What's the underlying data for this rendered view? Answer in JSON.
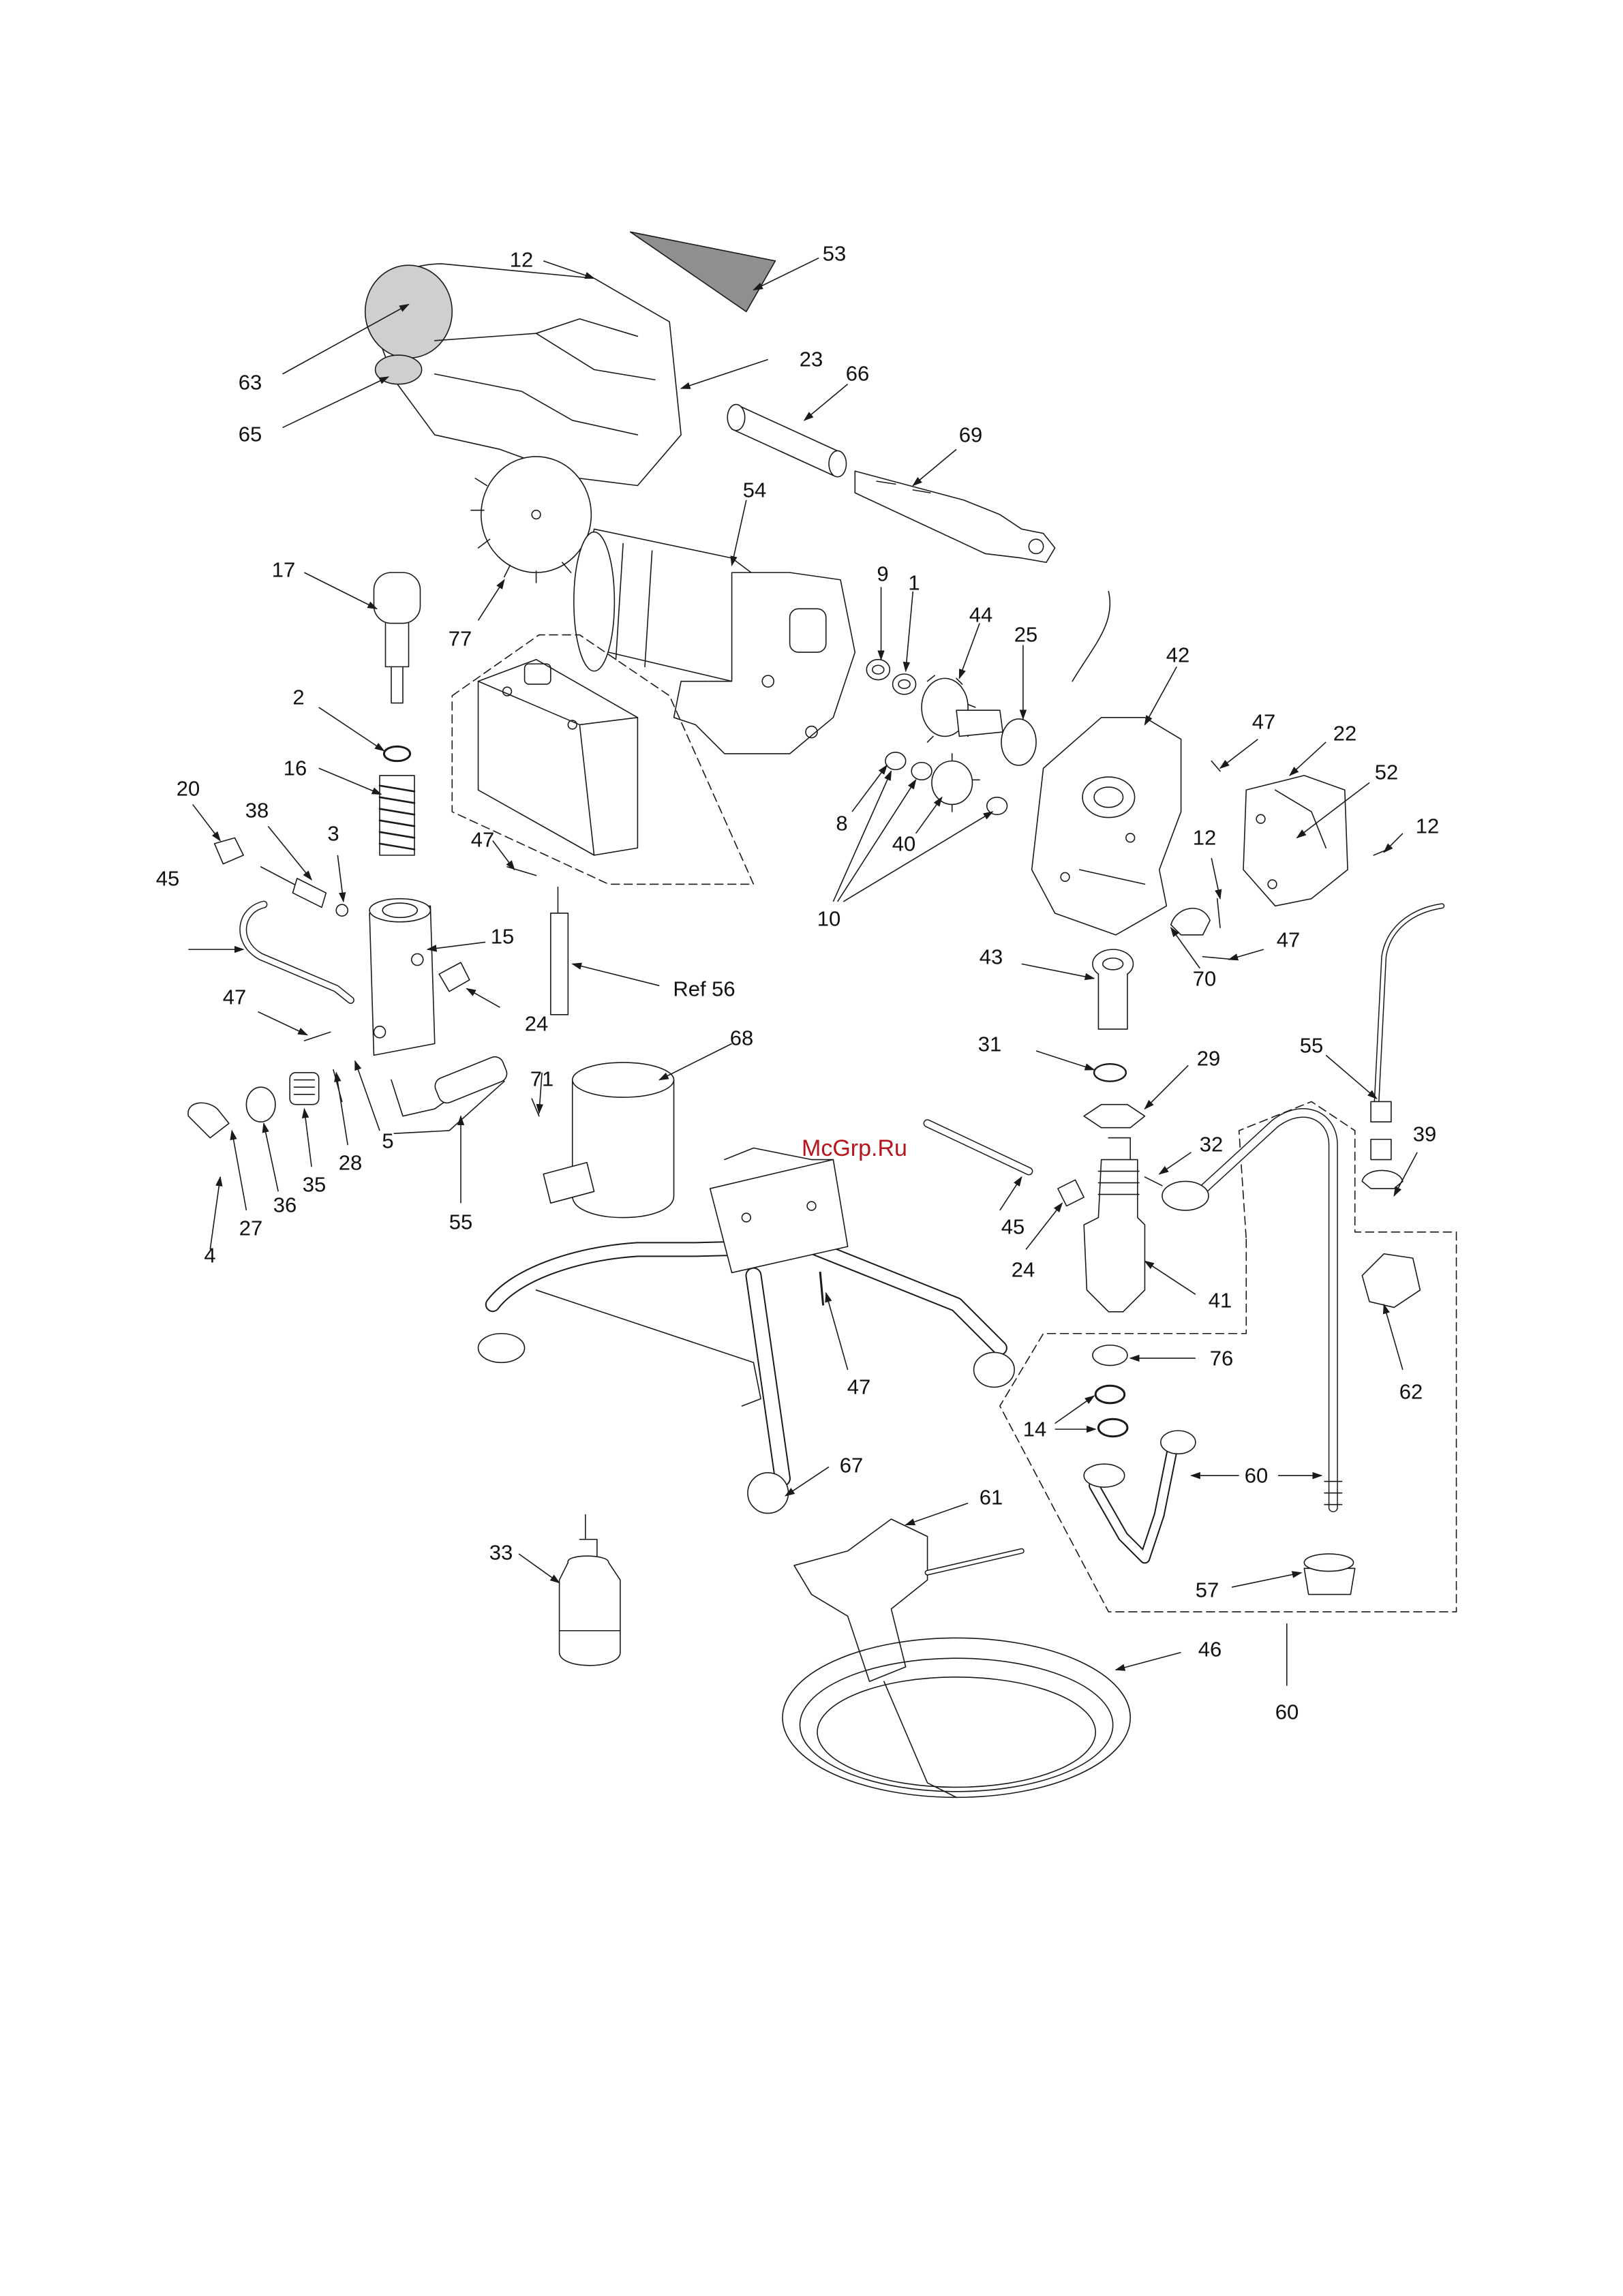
{
  "watermark": "McGrp.Ru",
  "colors": {
    "line": "#1a1a1a",
    "label": "#111111",
    "shade": "#8f8f8f",
    "watermark": "#b5161d"
  },
  "callouts": [
    {
      "id": "c12a",
      "text": "12"
    },
    {
      "id": "c53",
      "text": "53"
    },
    {
      "id": "c63",
      "text": "63"
    },
    {
      "id": "c23",
      "text": "23"
    },
    {
      "id": "c65",
      "text": "65"
    },
    {
      "id": "c66",
      "text": "66"
    },
    {
      "id": "c69",
      "text": "69"
    },
    {
      "id": "c54",
      "text": "54"
    },
    {
      "id": "c17",
      "text": "17"
    },
    {
      "id": "c77",
      "text": "77"
    },
    {
      "id": "c9",
      "text": "9"
    },
    {
      "id": "c1",
      "text": "1"
    },
    {
      "id": "c44",
      "text": "44"
    },
    {
      "id": "c25",
      "text": "25"
    },
    {
      "id": "c42",
      "text": "42"
    },
    {
      "id": "c2",
      "text": "2"
    },
    {
      "id": "c47a",
      "text": "47"
    },
    {
      "id": "c22",
      "text": "22"
    },
    {
      "id": "c16",
      "text": "16"
    },
    {
      "id": "c52",
      "text": "52"
    },
    {
      "id": "c20",
      "text": "20"
    },
    {
      "id": "c38",
      "text": "38"
    },
    {
      "id": "c3",
      "text": "3"
    },
    {
      "id": "c8",
      "text": "8"
    },
    {
      "id": "c40",
      "text": "40"
    },
    {
      "id": "c12b",
      "text": "12"
    },
    {
      "id": "c12c",
      "text": "12"
    },
    {
      "id": "c47b",
      "text": "47"
    },
    {
      "id": "c45a",
      "text": "45"
    },
    {
      "id": "c10",
      "text": "10"
    },
    {
      "id": "c15",
      "text": "15"
    },
    {
      "id": "c43",
      "text": "43"
    },
    {
      "id": "c47c",
      "text": "47"
    },
    {
      "id": "cref56",
      "text": "Ref 56"
    },
    {
      "id": "c70",
      "text": "70"
    },
    {
      "id": "c24a",
      "text": "24"
    },
    {
      "id": "c47d",
      "text": "47"
    },
    {
      "id": "c68",
      "text": "68"
    },
    {
      "id": "c31",
      "text": "31"
    },
    {
      "id": "c29",
      "text": "29"
    },
    {
      "id": "c55a",
      "text": "55"
    },
    {
      "id": "c71",
      "text": "71"
    },
    {
      "id": "c5",
      "text": "5"
    },
    {
      "id": "c28",
      "text": "28"
    },
    {
      "id": "c35",
      "text": "35"
    },
    {
      "id": "c36",
      "text": "36"
    },
    {
      "id": "c27",
      "text": "27"
    },
    {
      "id": "c4",
      "text": "4"
    },
    {
      "id": "c55b",
      "text": "55"
    },
    {
      "id": "c32",
      "text": "32"
    },
    {
      "id": "c39",
      "text": "39"
    },
    {
      "id": "c45b",
      "text": "45"
    },
    {
      "id": "c24b",
      "text": "24"
    },
    {
      "id": "c41",
      "text": "41"
    },
    {
      "id": "c62",
      "text": "62"
    },
    {
      "id": "c76",
      "text": "76"
    },
    {
      "id": "c47e",
      "text": "47"
    },
    {
      "id": "c14",
      "text": "14"
    },
    {
      "id": "c60a",
      "text": "60"
    },
    {
      "id": "c67",
      "text": "67"
    },
    {
      "id": "c61",
      "text": "61"
    },
    {
      "id": "c33",
      "text": "33"
    },
    {
      "id": "c57",
      "text": "57"
    },
    {
      "id": "c46",
      "text": "46"
    },
    {
      "id": "c60b",
      "text": "60"
    }
  ]
}
